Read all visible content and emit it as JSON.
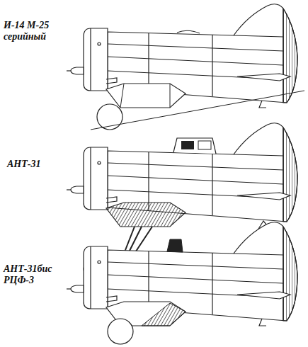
{
  "diagram": {
    "labels": [
      "И-14 М-25 серийный",
      "АНТ-31",
      "АНТ-31бис РЦФ-3"
    ]
  }
}
